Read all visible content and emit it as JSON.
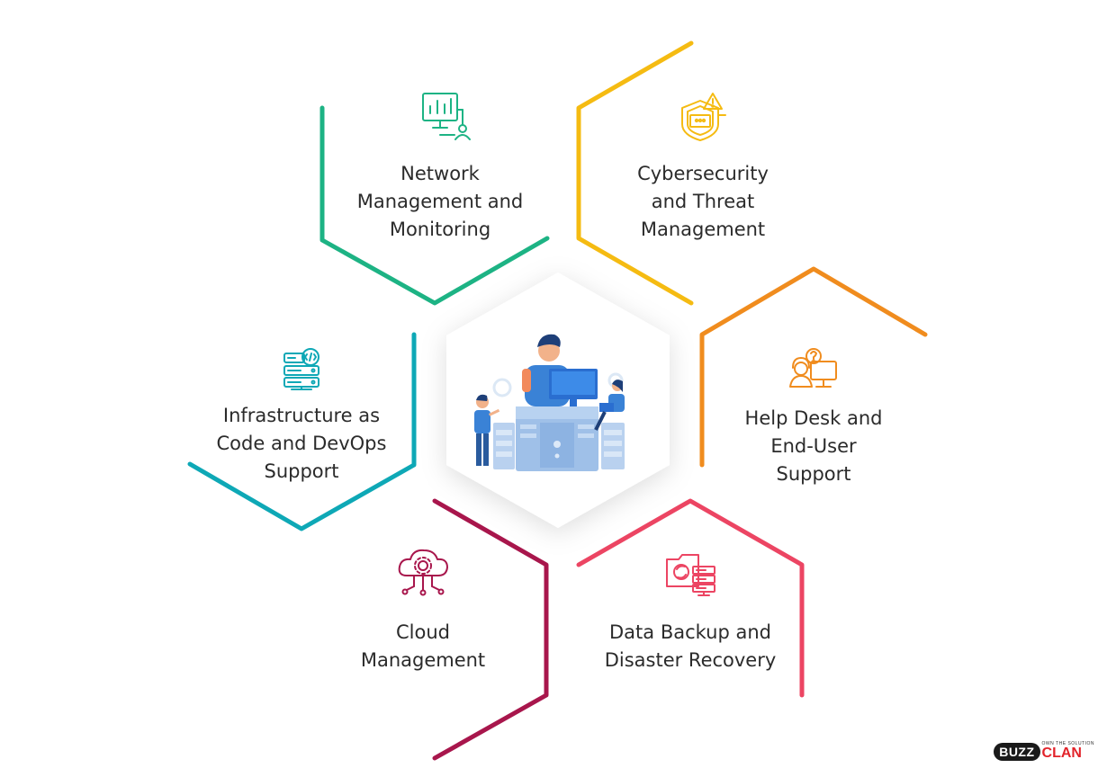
{
  "colors": {
    "network": "#1db384",
    "cyber": "#f5bb12",
    "helpdesk": "#f08c1e",
    "iac": "#0ea8b6",
    "cloud": "#a8164c",
    "backup": "#ec4563",
    "center_person": "#3a82d6",
    "text": "#2b2b2b"
  },
  "items": {
    "network": {
      "label": "Network\nManagement and\nMonitoring",
      "icon": "network-monitor-icon"
    },
    "cyber": {
      "label": "Cybersecurity\nand Threat\nManagement",
      "icon": "shield-alert-icon"
    },
    "helpdesk": {
      "label": "Help Desk and\nEnd-User\nSupport",
      "icon": "support-agent-icon"
    },
    "iac": {
      "label": "Infrastructure as\nCode and DevOps\nSupport",
      "icon": "code-server-icon"
    },
    "cloud": {
      "label": "Cloud\nManagement",
      "icon": "cloud-gear-icon"
    },
    "backup": {
      "label": "Data Backup and\nDisaster Recovery",
      "icon": "backup-server-icon"
    }
  },
  "center": {
    "illustration": "it-team-server-illustration"
  },
  "brand": {
    "name_left": "BUZZ",
    "name_right": "CLAN",
    "tagline": "OWN THE SOLUTION"
  }
}
